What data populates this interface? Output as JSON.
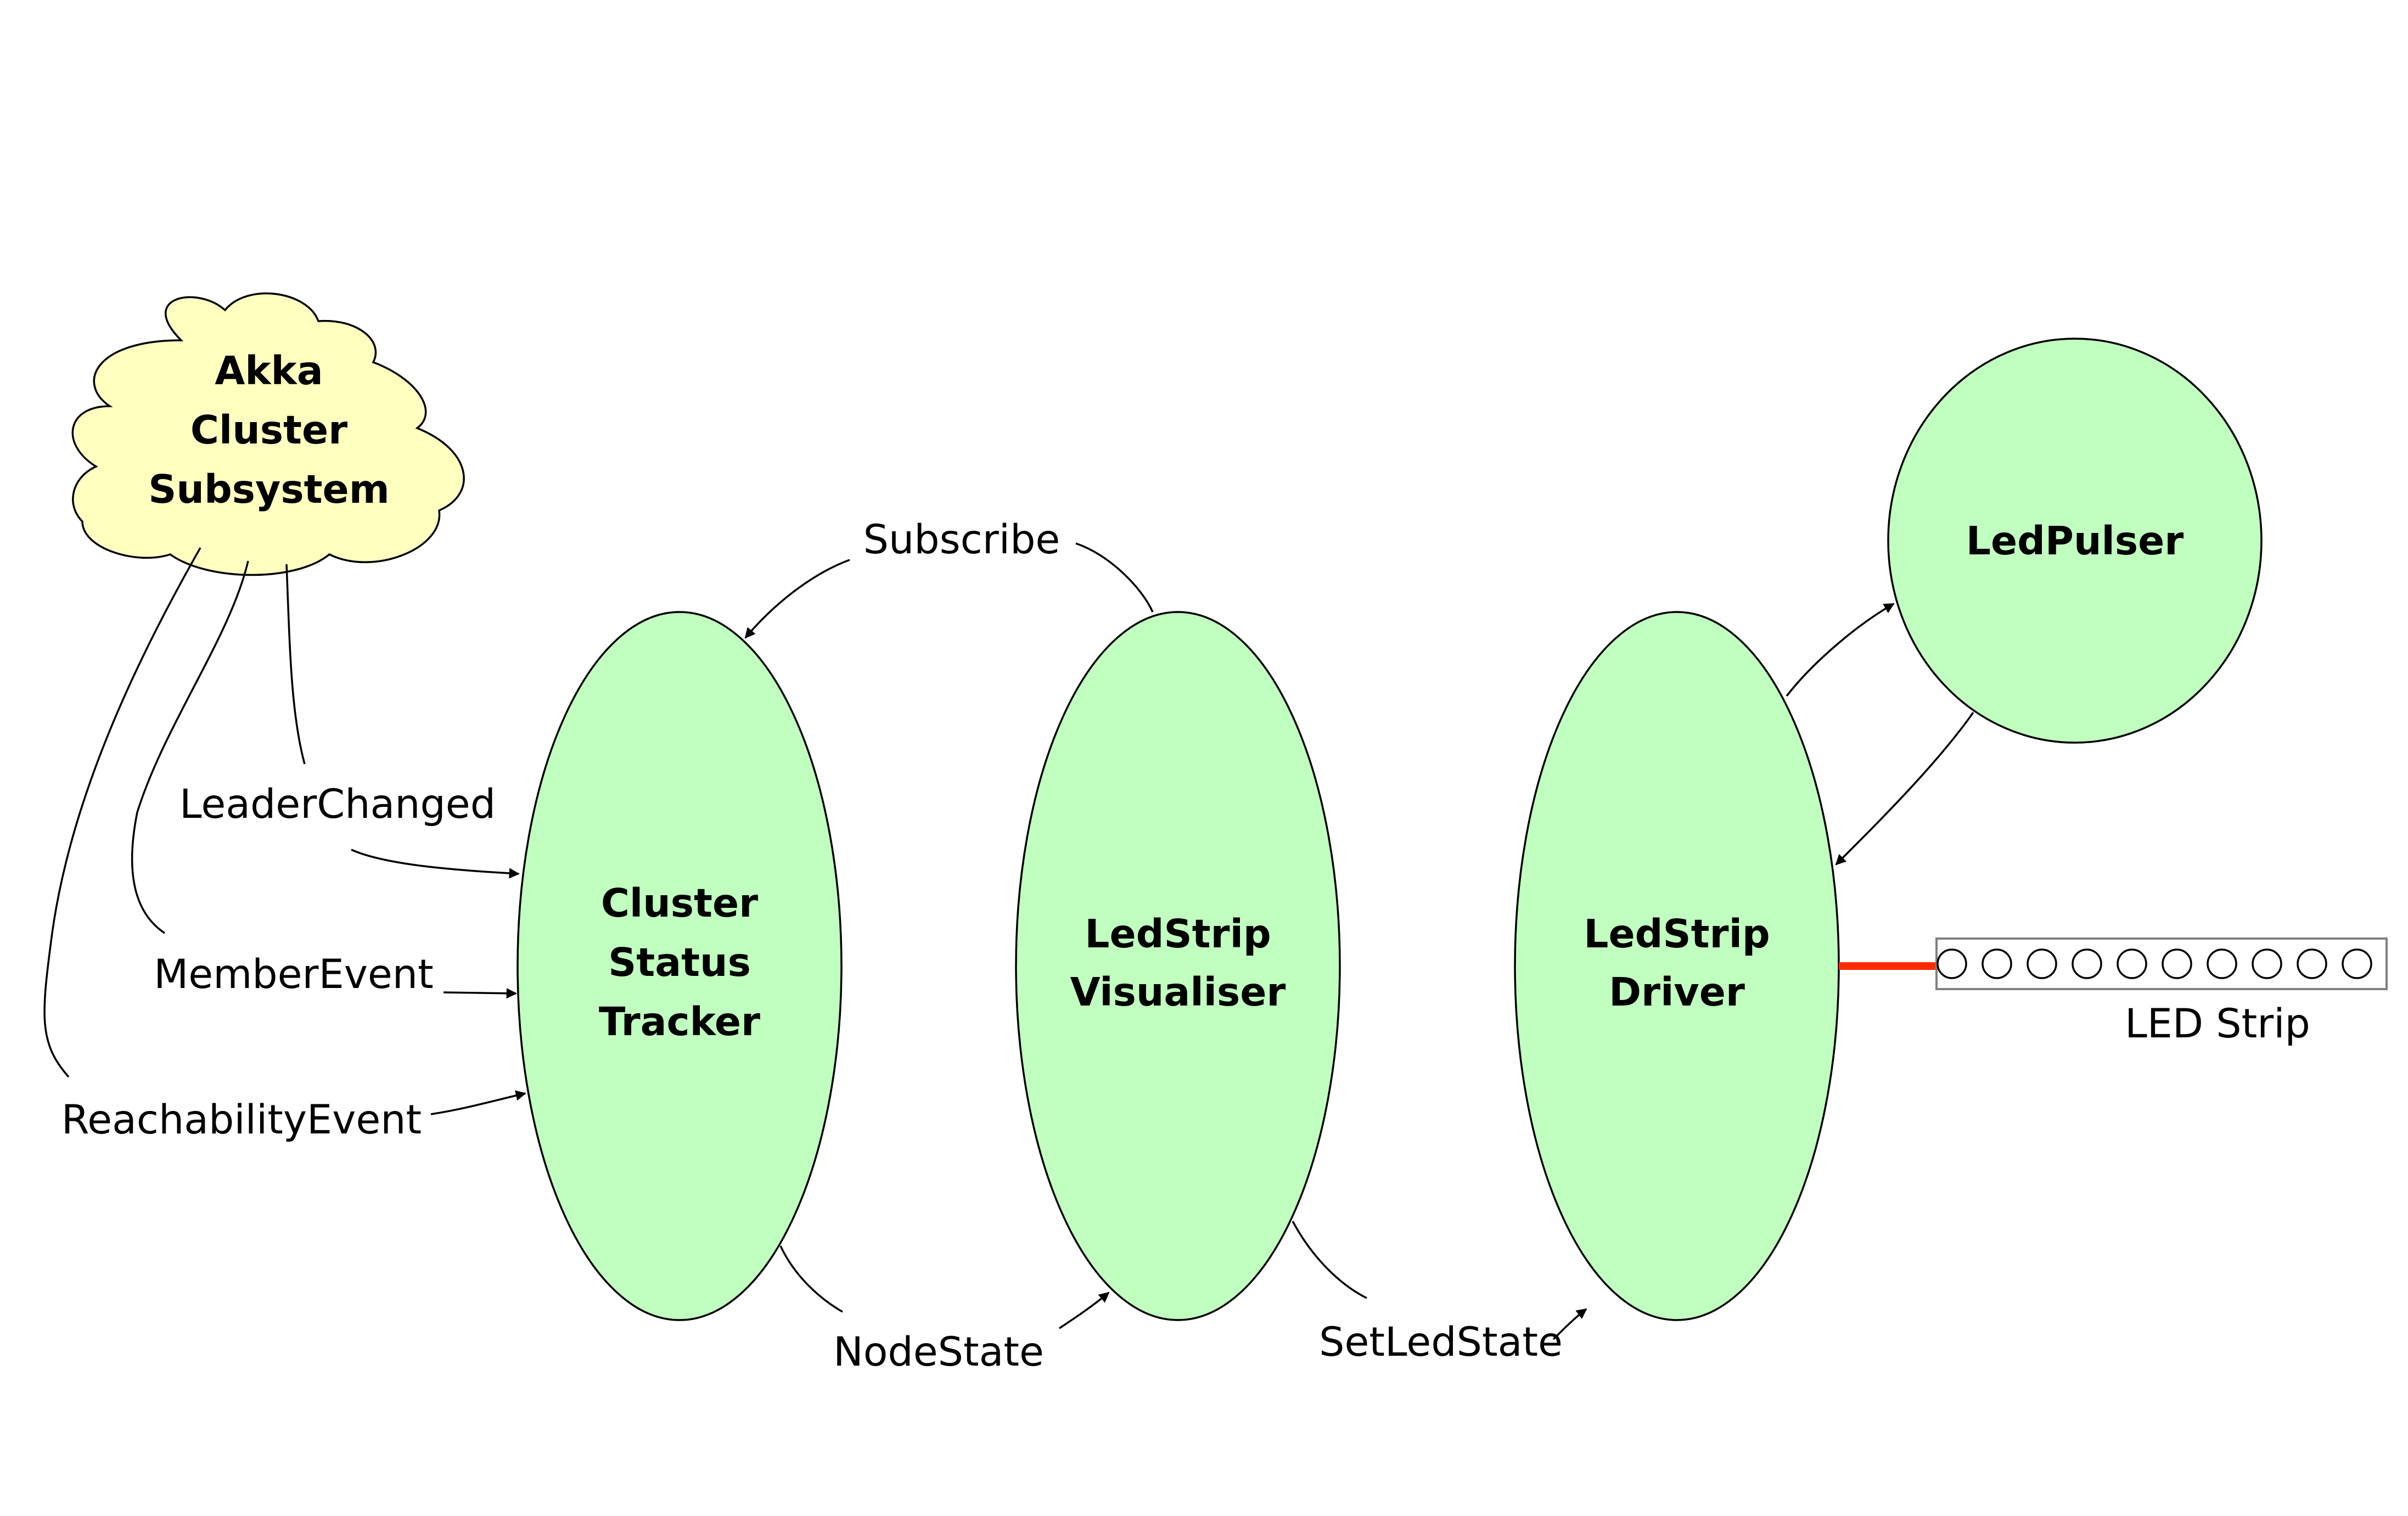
{
  "colors": {
    "actor_fill": "#c0ffc0",
    "cloud_fill": "#ffffc0",
    "strip_connector": "#ff2a00"
  },
  "nodes": {
    "cloud": [
      "Akka",
      "Cluster",
      "Subsystem"
    ],
    "tracker": [
      "Cluster",
      "Status",
      "Tracker"
    ],
    "visualiser": [
      "LedStrip",
      "Visualiser"
    ],
    "driver": [
      "LedStrip",
      "Driver"
    ],
    "pulser": [
      "LedPulser"
    ]
  },
  "edges": {
    "subscribe": "Subscribe",
    "leader_changed": "LeaderChanged",
    "member_event": "MemberEvent",
    "reachability_event": "ReachabilityEvent",
    "node_state": "NodeState",
    "set_led_state": "SetLedState"
  },
  "led_strip": {
    "label": "LED Strip",
    "led_count": 10
  }
}
